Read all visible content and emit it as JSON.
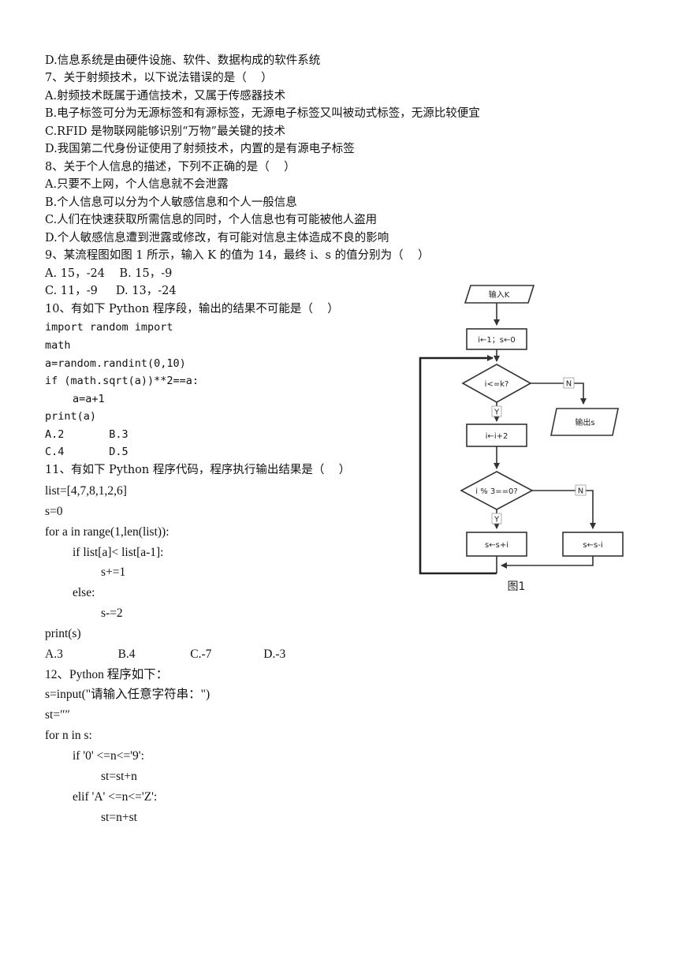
{
  "lines": [
    "D.信息系统是由硬件设施、软件、数据构成的软件系统",
    "7、关于射频技术，以下说法错误的是（    ）",
    "A.射频技术既属于通信技术，又属于传感器技术",
    "B.电子标签可分为无源标签和有源标签，无源电子标签又叫被动式标签，无源比较便宜",
    "C.RFID 是物联网能够识别“万物”最关键的技术",
    "D.我国第二代身份证使用了射频技术，内置的是有源电子标签",
    "8、关于个人信息的描述，下列不正确的是（    ）",
    "A.只要不上网，个人信息就不会泄露",
    "B.个人信息可以分为个人敏感信息和个人一般信息",
    "C.人们在快速获取所需信息的同时，个人信息也有可能被他人盗用",
    "D.个人敏感信息遭到泄露或修改，有可能对信息主体造成不良的影响",
    "9、某流程图如图 1 所示，输入 K 的值为 14，最终 i、s 的值分别为（    ）",
    "A. 15，-24    B. 15，-9",
    "C. 11，-9     D. 13，-24",
    "10、有如下 Python 程序段，输出的结果不可能是（    ）",
    "import random import",
    "math",
    "a=random.randint(0,10)",
    "if (math.sqrt(a))**2==a:",
    "a=a+1",
    "print(a)",
    "A.2       B.3",
    "C.4       D.5",
    "11、有如下 Python 程序代码，程序执行输出结果是（    ）",
    "list=[4,7,8,1,2,6]",
    "s=0",
    "for a in range(1,len(list)):",
    "if list[a]< list[a-1]:",
    "s+=1",
    "else:",
    "s-=2",
    "print(s)",
    "A.3                  B.4                  C.-7                 D.-3",
    "12、Python 程序如下：",
    "s=input(\"请输入任意字符串：\")",
    "st=″″",
    "for n in s:",
    "if '0' <=n<='9':",
    "st=st+n",
    "elif 'A' <=n<='Z':",
    "st=n+st"
  ],
  "flowchart": {
    "input_k": "输入K",
    "init": "i←1；s←0",
    "cond1": "i<=k?",
    "no1": "N",
    "output": "输出s",
    "yes1": "Y",
    "step": "i←i+2",
    "cond2": "i % 3==0?",
    "no2": "N",
    "yes2": "Y",
    "add": "s←s+i",
    "sub": "s←s-i",
    "caption": "图1"
  }
}
